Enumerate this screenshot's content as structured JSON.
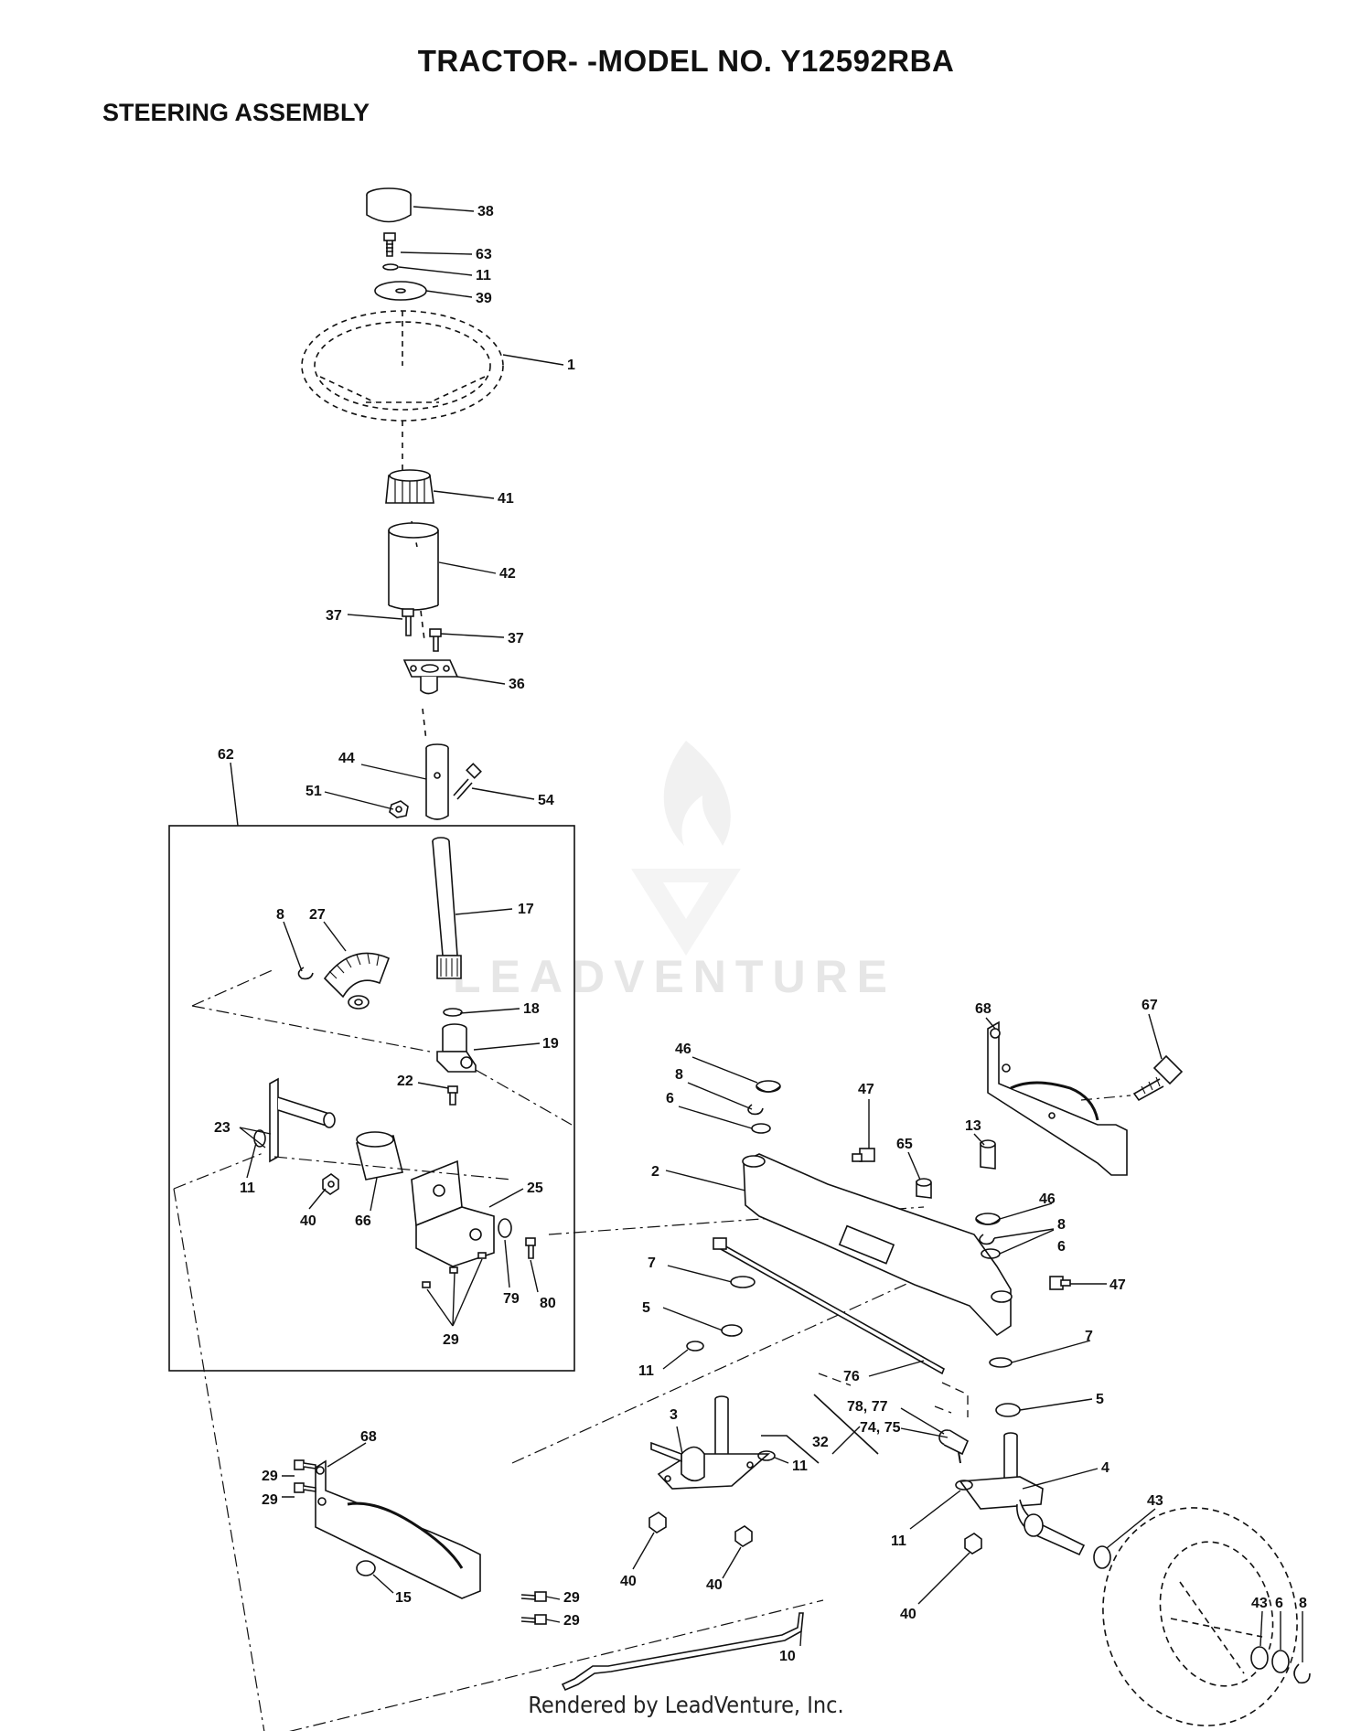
{
  "title": "TRACTOR- -MODEL NO. Y12592RBA",
  "subtitle": "STEERING ASSEMBLY",
  "footer": "Rendered by LeadVenture, Inc.",
  "watermark": "LEADVENTURE",
  "callouts": {
    "c38": "38",
    "c63": "63",
    "c11a": "11",
    "c39": "39",
    "c1": "1",
    "c41": "41",
    "c42": "42",
    "c37a": "37",
    "c37b": "37",
    "c36": "36",
    "c62": "62",
    "c44": "44",
    "c51": "51",
    "c54": "54",
    "c17": "17",
    "c8a": "8",
    "c27": "27",
    "c18": "18",
    "c19": "19",
    "c22": "22",
    "c23": "23",
    "c11b": "11",
    "c40a": "40",
    "c66": "66",
    "c25": "25",
    "c79": "79",
    "c80": "80",
    "c29a": "29",
    "c68a": "68",
    "c67": "67",
    "c46a": "46",
    "c8b": "8",
    "c6a": "6",
    "c47a": "47",
    "c65": "65",
    "c13": "13",
    "c2": "2",
    "c46b": "46",
    "c8c": "8",
    "c6b": "6",
    "c47b": "47",
    "c7a": "7",
    "c5a": "5",
    "c11c": "11",
    "c76": "76",
    "c7b": "7",
    "c5b": "5",
    "c3": "3",
    "c7877": "78, 77",
    "c7475": "74, 75",
    "c32": "32",
    "c11d": "11",
    "c4": "4",
    "c43a": "43",
    "c68b": "68",
    "c29b": "29",
    "c29c": "29",
    "c11e": "11",
    "c15": "15",
    "c40b": "40",
    "c40c": "40",
    "c40d": "40",
    "c29d": "29",
    "c29e": "29",
    "c10": "10",
    "c43b": "43",
    "c6c": "6",
    "c8d": "8"
  }
}
